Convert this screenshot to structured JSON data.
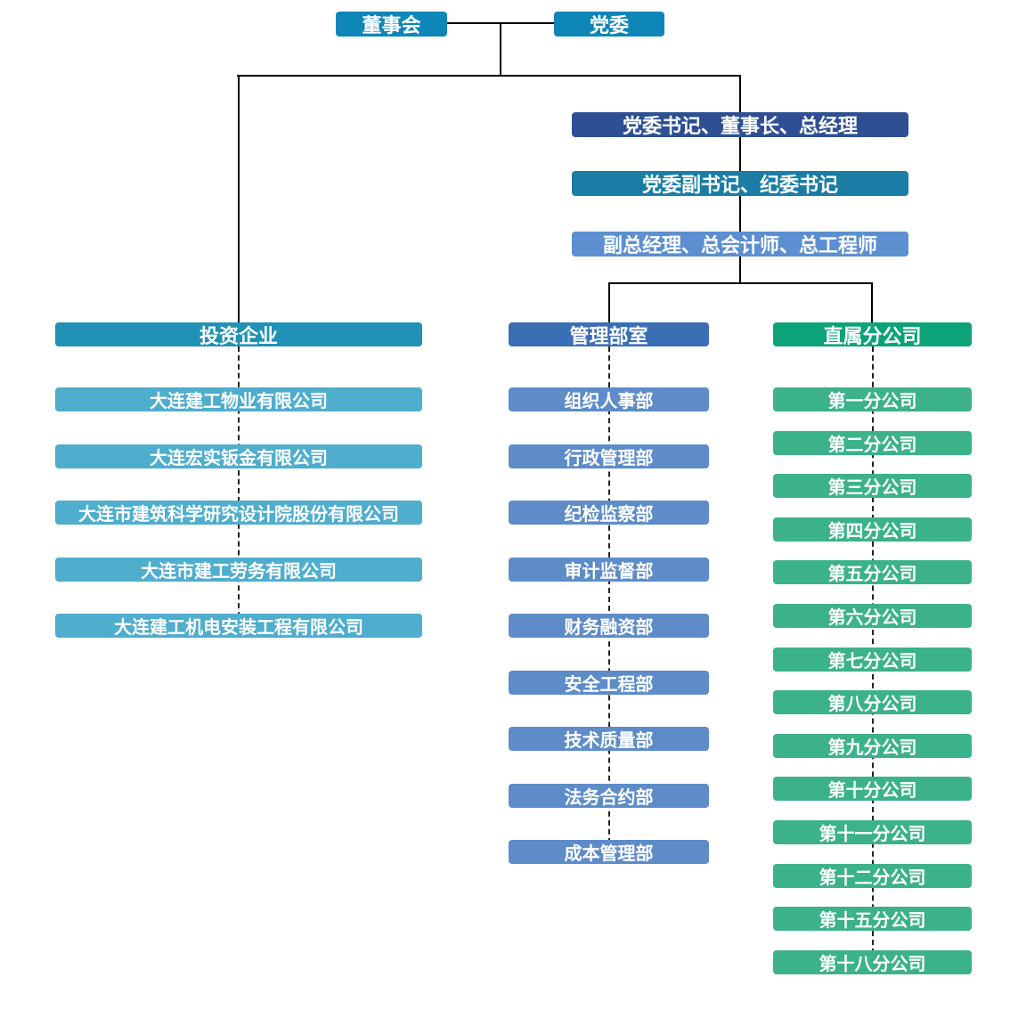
{
  "colors": {
    "top_box": "#0f86b8",
    "line": "#000000"
  },
  "top": {
    "board": "董事会",
    "party": "党委"
  },
  "exec": [
    {
      "label": "党委书记、董事长、总经理",
      "color": "#2e4f94"
    },
    {
      "label": "党委副书记、纪委书记",
      "color": "#1b7da6"
    },
    {
      "label": "副总经理、总会计师、总工程师",
      "color": "#5b8fd0"
    }
  ],
  "columns": [
    {
      "header": "投资企业",
      "header_color": "#2191b5",
      "item_color": "#4fadce",
      "items": [
        "大连建工物业有限公司",
        "大连宏实钣金有限公司",
        "大连市建筑科学研究设计院股份有限公司",
        "大连市建工劳务有限公司",
        "大连建工机电安装工程有限公司"
      ]
    },
    {
      "header": "管理部室",
      "header_color": "#3a6eb5",
      "item_color": "#5d8cc9",
      "items": [
        "组织人事部",
        "行政管理部",
        "纪检监察部",
        "审计监督部",
        "财务融资部",
        "安全工程部",
        "技术质量部",
        "法务合约部",
        "成本管理部"
      ]
    },
    {
      "header": "直属分公司",
      "header_color": "#0ba377",
      "item_color": "#3cb288",
      "items": [
        "第一分公司",
        "第二分公司",
        "第三分公司",
        "第四分公司",
        "第五分公司",
        "第六分公司",
        "第七分公司",
        "第八分公司",
        "第九分公司",
        "第十分公司",
        "第十一分公司",
        "第十二分公司",
        "第十五分公司",
        "第十八分公司"
      ]
    }
  ]
}
